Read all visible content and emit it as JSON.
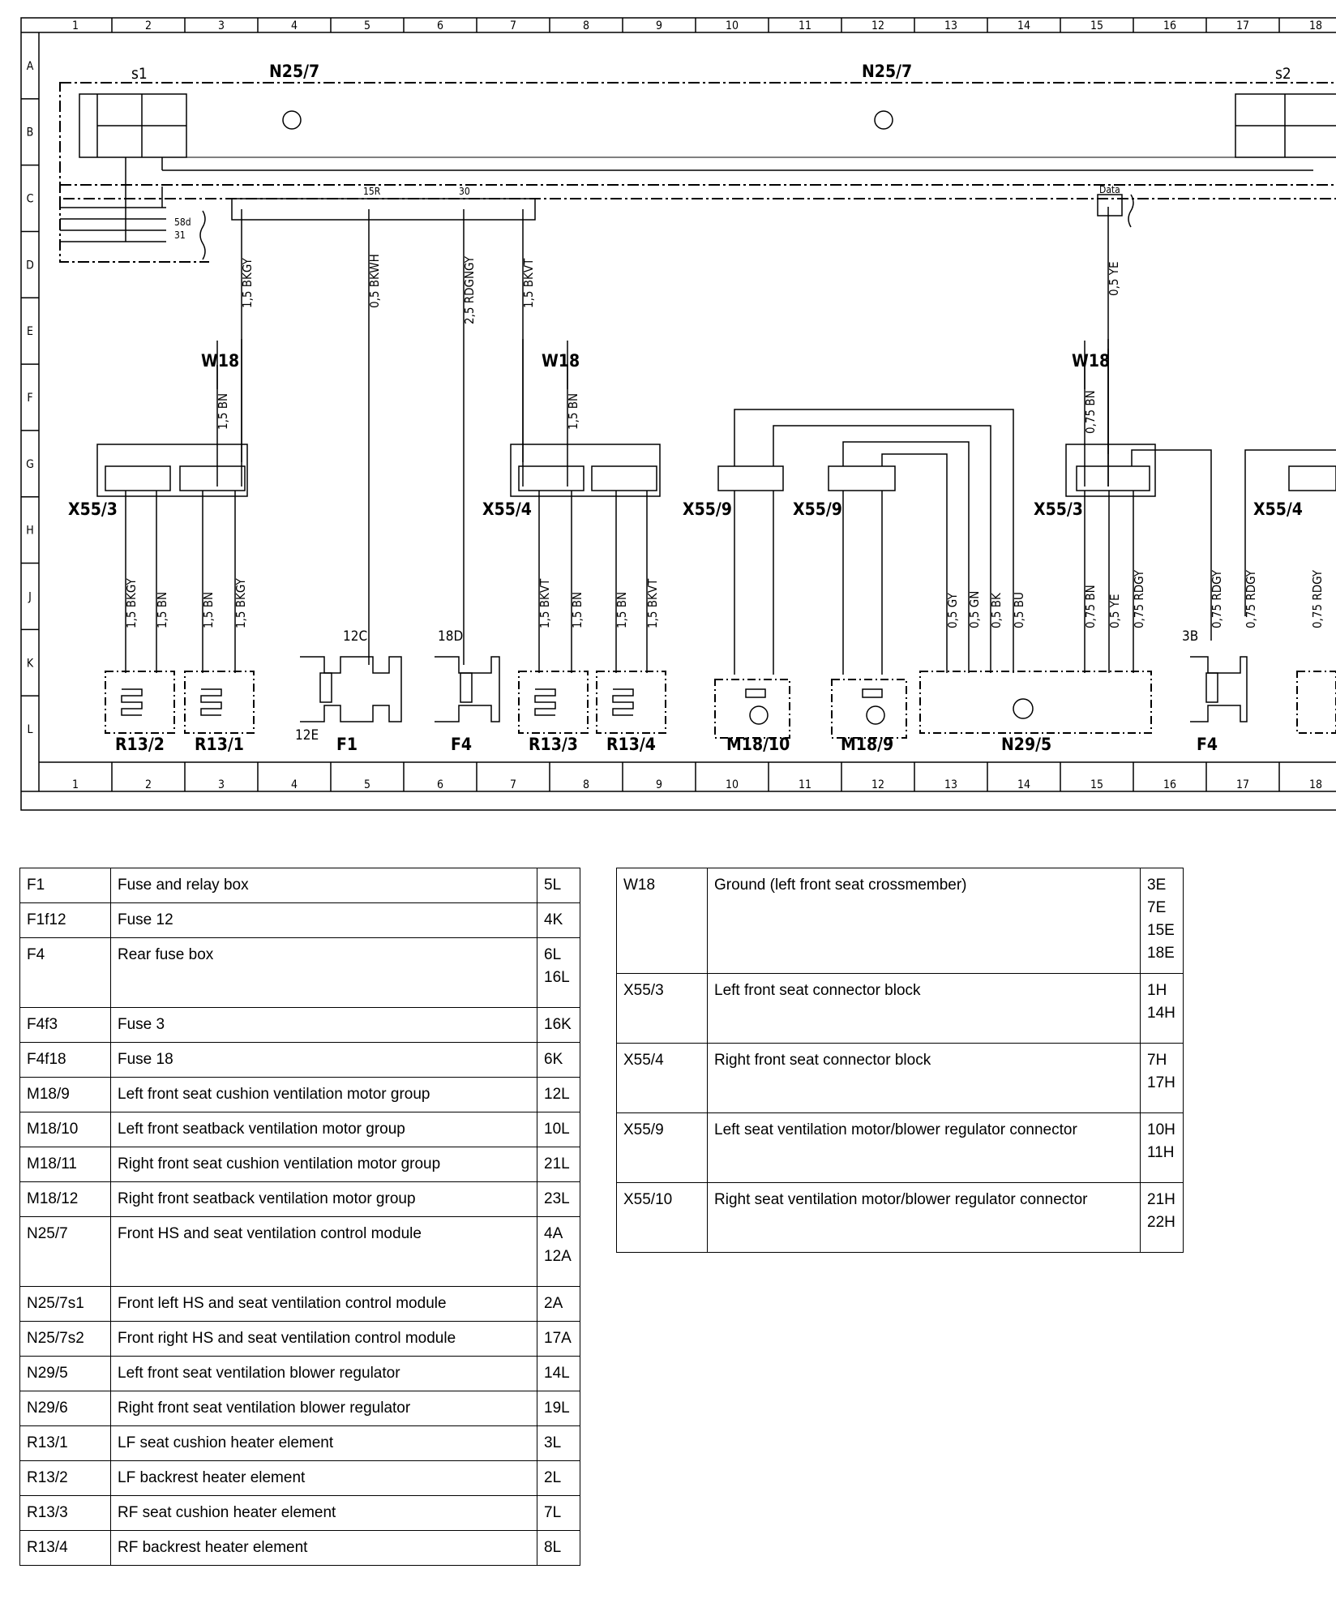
{
  "grid": {
    "columns": [
      "1",
      "2",
      "3",
      "4",
      "5",
      "6",
      "7",
      "8",
      "9",
      "10",
      "11",
      "12",
      "13",
      "14",
      "15",
      "16",
      "17",
      "18"
    ],
    "rows": [
      "A",
      "B",
      "C",
      "D",
      "E",
      "F",
      "G",
      "H",
      "J",
      "K",
      "L"
    ]
  },
  "components": {
    "s1": "s1",
    "s2": "s2",
    "n25_left": "N25/7",
    "n25_right": "N25/7",
    "x55_3_left": "X55/3",
    "x55_4": "X55/4",
    "x55_9_a": "X55/9",
    "x55_9_b": "X55/9",
    "x55_3_right": "X55/3",
    "x55_4_right": "X55/4",
    "r13_2": "R13/2",
    "r13_1": "R13/1",
    "f1": "F1",
    "f4": "F4",
    "r13_3": "R13/3",
    "r13_4": "R13/4",
    "m18_10": "M18/10",
    "m18_9": "M18/9",
    "n29_5": "N29/5",
    "f4_right": "F4",
    "w18_a": "W18",
    "w18_b": "W18",
    "w18_c": "W18",
    "f1_12e": "12E",
    "f1_12c": "12C",
    "f4_18d": "18D",
    "f4_3b": "3B"
  },
  "wires": {
    "w1": "1,5 BKGY",
    "w2": "0,5 BKWH",
    "w3": "2,5 RDGNGY",
    "w4": "1,5 BKVT",
    "w5": "0,5 YE",
    "w6": "1,5 BN",
    "w7": "1,5 BN",
    "w8": "0,75 BN",
    "b1": "1,5 BKGY",
    "b2": "1,5 BN",
    "b3": "1,5 BN",
    "b4": "1,5 BKGY",
    "b5": "1,5 BKVT",
    "b6": "1,5 BN",
    "b7": "1,5 BN",
    "b8": "1,5 BKVT",
    "b9": "0,5 GY",
    "b10": "0,5 GN",
    "b11": "0,5 BK",
    "b12": "0,5 BU",
    "b13": "0,75 BN",
    "b14": "0,5 YE",
    "b15": "0,75 RDGY",
    "b16": "0,75 RDGY",
    "b17": "0,75 RDGY",
    "b18": "0,75 RDGY"
  },
  "pins": {
    "t15r": "15R",
    "t30": "30",
    "data": "Data",
    "t58d": "58d",
    "t31": "31"
  },
  "legend_left": [
    {
      "code": "F1",
      "desc": "Fuse and relay box",
      "loc": [
        "5L"
      ]
    },
    {
      "code": "F1f12",
      "desc": "Fuse 12",
      "loc": [
        "4K"
      ]
    },
    {
      "code": "F4",
      "desc": "Rear fuse box",
      "loc": [
        "6L",
        "16L"
      ]
    },
    {
      "code": "F4f3",
      "desc": "Fuse 3",
      "loc": [
        "16K"
      ]
    },
    {
      "code": "F4f18",
      "desc": "Fuse 18",
      "loc": [
        "6K"
      ]
    },
    {
      "code": "M18/9",
      "desc": "Left front seat cushion ventilation motor group",
      "loc": [
        "12L"
      ]
    },
    {
      "code": "M18/10",
      "desc": "Left front seatback ventilation motor group",
      "loc": [
        "10L"
      ]
    },
    {
      "code": "M18/11",
      "desc": "Right front seat cushion ventilation motor group",
      "loc": [
        "21L"
      ]
    },
    {
      "code": "M18/12",
      "desc": "Right front seatback ventilation motor group",
      "loc": [
        "23L"
      ]
    },
    {
      "code": "N25/7",
      "desc": "Front HS and seat ventilation control module",
      "loc": [
        "4A",
        "12A"
      ]
    },
    {
      "code": "N25/7s1",
      "desc": "Front left HS and seat ventilation control module",
      "loc": [
        "2A"
      ]
    },
    {
      "code": "N25/7s2",
      "desc": "Front right HS and seat ventilation control module",
      "loc": [
        "17A"
      ]
    },
    {
      "code": "N29/5",
      "desc": "Left front seat ventilation blower regulator",
      "loc": [
        "14L"
      ]
    },
    {
      "code": "N29/6",
      "desc": "Right front seat ventilation blower regulator",
      "loc": [
        "19L"
      ]
    },
    {
      "code": "R13/1",
      "desc": "LF seat cushion heater element",
      "loc": [
        "3L"
      ]
    },
    {
      "code": "R13/2",
      "desc": "LF backrest heater element",
      "loc": [
        "2L"
      ]
    },
    {
      "code": "R13/3",
      "desc": "RF seat cushion heater element",
      "loc": [
        "7L"
      ]
    },
    {
      "code": "R13/4",
      "desc": "RF backrest heater element",
      "loc": [
        "8L"
      ]
    }
  ],
  "legend_right": [
    {
      "code": "W18",
      "desc": "Ground (left front seat crossmember)",
      "loc": [
        "3E",
        "7E",
        "15E",
        "18E"
      ]
    },
    {
      "code": "X55/3",
      "desc": "Left front seat connector block",
      "loc": [
        "1H",
        "14H"
      ]
    },
    {
      "code": "X55/4",
      "desc": "Right front seat connector block",
      "loc": [
        "7H",
        "17H"
      ]
    },
    {
      "code": "X55/9",
      "desc": "Left seat ventilation motor/blower regulator connector",
      "loc": [
        "10H",
        "11H"
      ]
    },
    {
      "code": "X55/10",
      "desc": "Right seat ventilation motor/blower regulator connector",
      "loc": [
        "21H",
        "22H"
      ]
    }
  ]
}
